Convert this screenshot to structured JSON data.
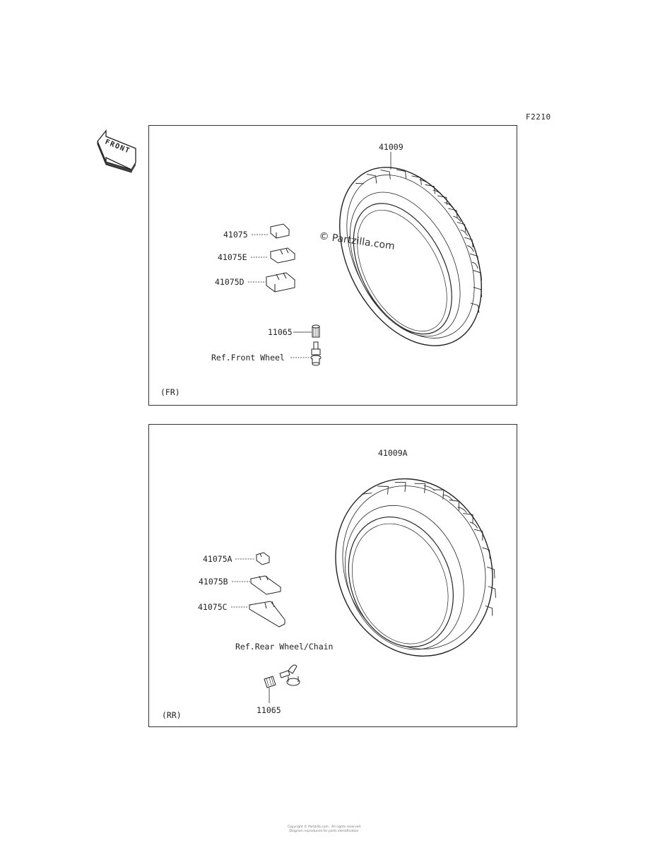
{
  "figure_code": "F2210",
  "front_arrow_label": "FRONT",
  "watermark": "© Partzilla.com",
  "front_panel": {
    "tag": "(FR)",
    "parts": [
      {
        "id": "tire",
        "number": "41009"
      },
      {
        "id": "weight-1",
        "number": "41075"
      },
      {
        "id": "weight-2",
        "number": "41075E"
      },
      {
        "id": "weight-3",
        "number": "41075D"
      },
      {
        "id": "valve",
        "number": "11065"
      },
      {
        "id": "ref",
        "number": "Ref.Front Wheel"
      }
    ]
  },
  "rear_panel": {
    "tag": "(RR)",
    "parts": [
      {
        "id": "tire",
        "number": "41009A"
      },
      {
        "id": "weight-1",
        "number": "41075A"
      },
      {
        "id": "weight-2",
        "number": "41075B"
      },
      {
        "id": "weight-3",
        "number": "41075C"
      },
      {
        "id": "ref",
        "number": "Ref.Rear Wheel/Chain"
      },
      {
        "id": "valve",
        "number": "11065"
      }
    ]
  },
  "footer_lines": [
    "Copyright © Partzilla.com · All rights reserved",
    "Diagram reproduced for parts identification"
  ]
}
